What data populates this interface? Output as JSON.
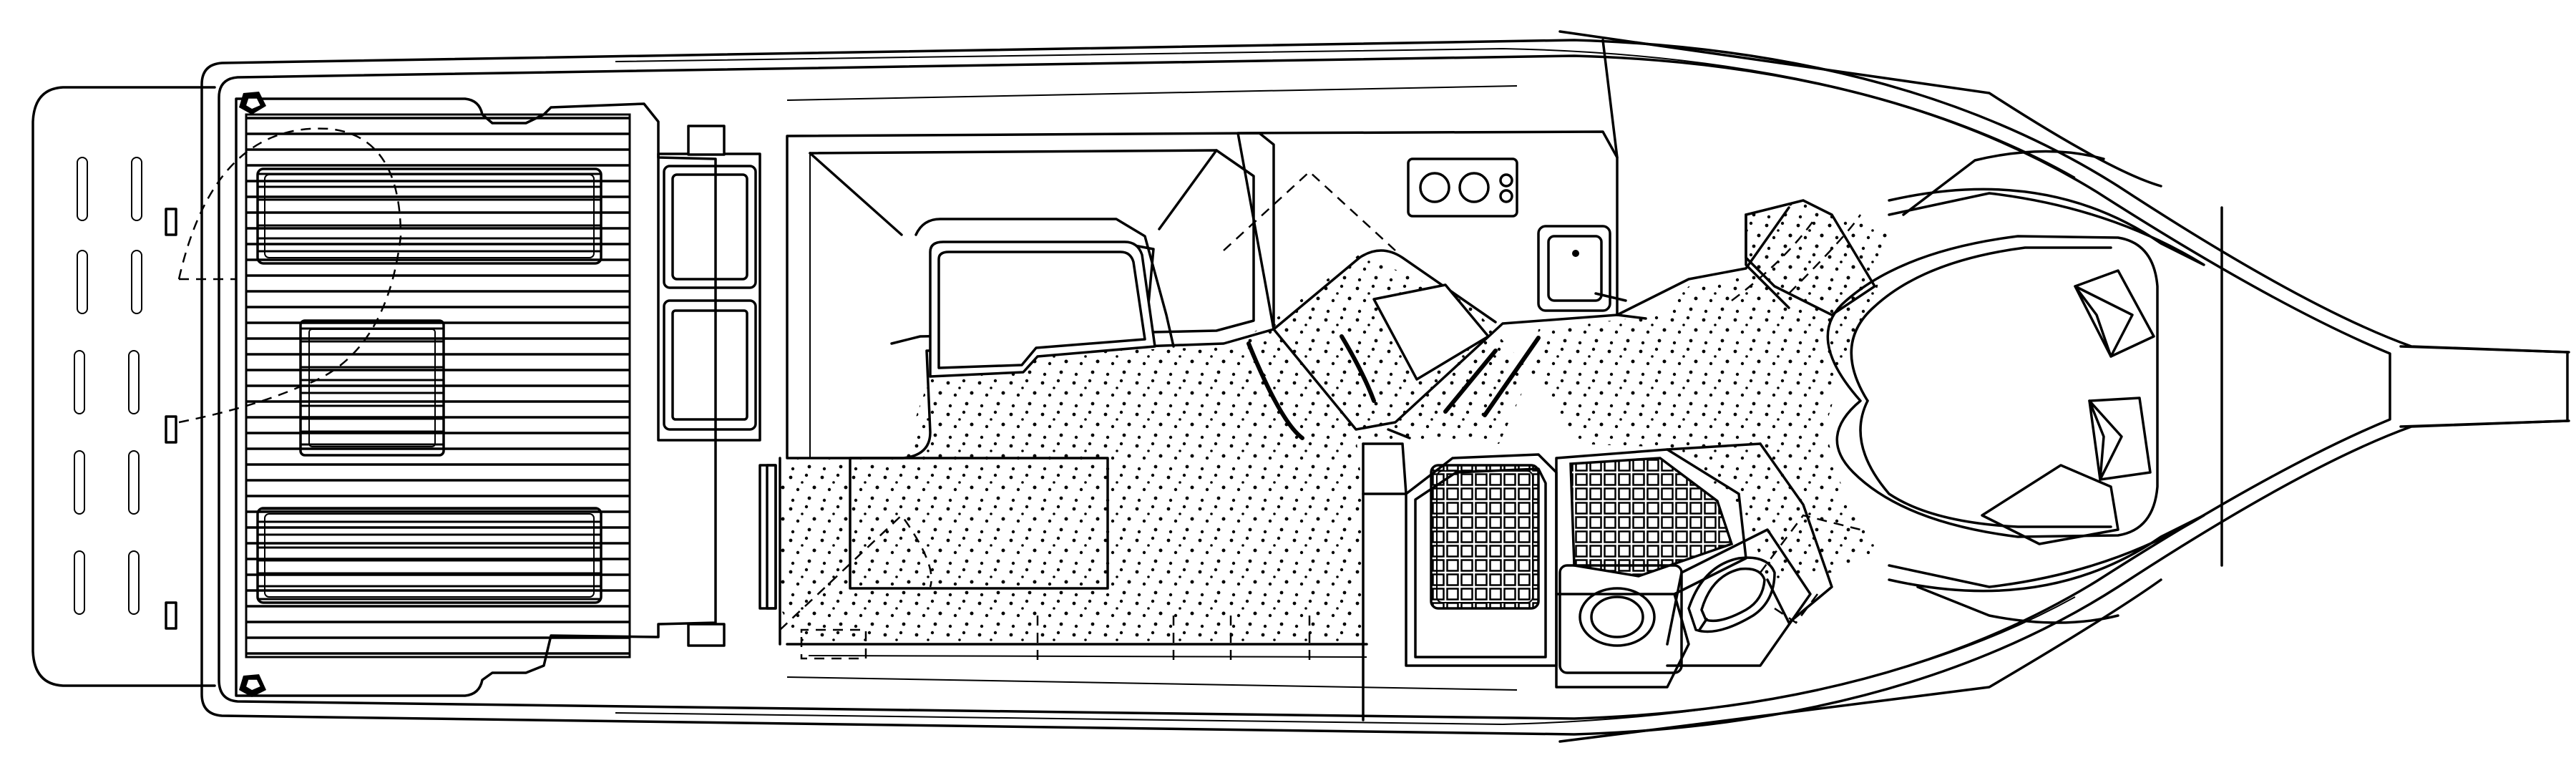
{
  "drawing": {
    "subject": "boat-deck-layout",
    "line_color": "#000000",
    "background_color": "#ffffff",
    "fill_pattern": "stipple"
  },
  "areas": [
    {
      "id": "swim-platform"
    },
    {
      "id": "cockpit"
    },
    {
      "id": "helm-station"
    },
    {
      "id": "salon"
    },
    {
      "id": "galley"
    },
    {
      "id": "head"
    },
    {
      "id": "forward-stateroom"
    },
    {
      "id": "bow-pulpit"
    }
  ]
}
